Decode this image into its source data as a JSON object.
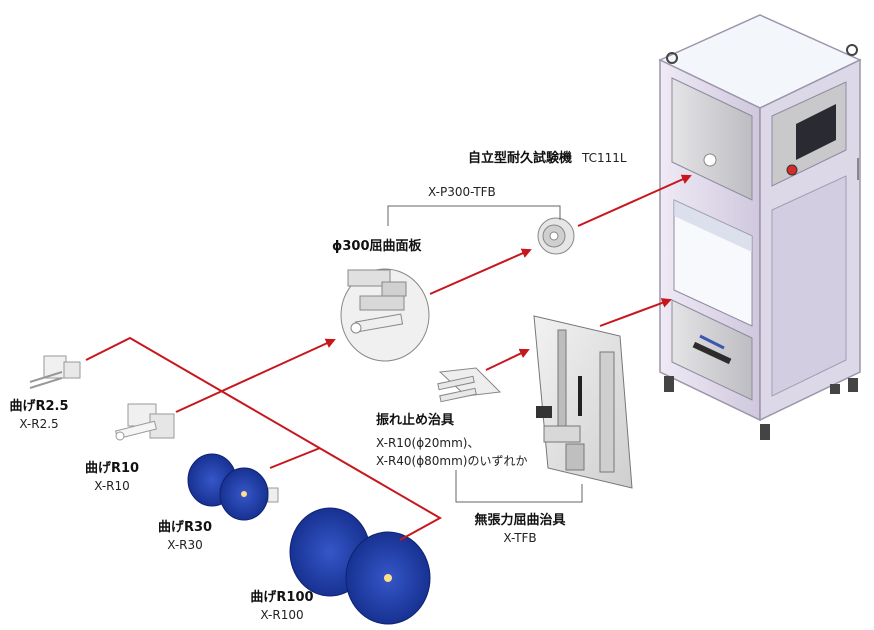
{
  "machine": {
    "name_ja": "自立型耐久試験機",
    "model": "TC111L"
  },
  "attachments": {
    "faceplate_model": "X-P300-TFB",
    "faceplate_name": "ϕ300屈曲面板",
    "swing_stop_name": "振れ止め治具",
    "swing_stop_options_1": "X-R10(ϕ20mm)、",
    "swing_stop_options_2": "X-R40(ϕ80mm)のいずれか",
    "tensionless_name": "無張力屈曲治具",
    "tensionless_model": "X-TFB"
  },
  "bend_jigs": [
    {
      "name": "曲げR2.5",
      "model": "X-R2.5"
    },
    {
      "name": "曲げR10",
      "model": "X-R10"
    },
    {
      "name": "曲げR30",
      "model": "X-R30"
    },
    {
      "name": "曲げR100",
      "model": "X-R100"
    }
  ],
  "colors": {
    "arrow": "#c8161d",
    "machine_frame": "#d9d4e6",
    "machine_panel": "#c9c9cc",
    "roller_blue": "#1f3fae",
    "bracket_line": "#666666"
  }
}
